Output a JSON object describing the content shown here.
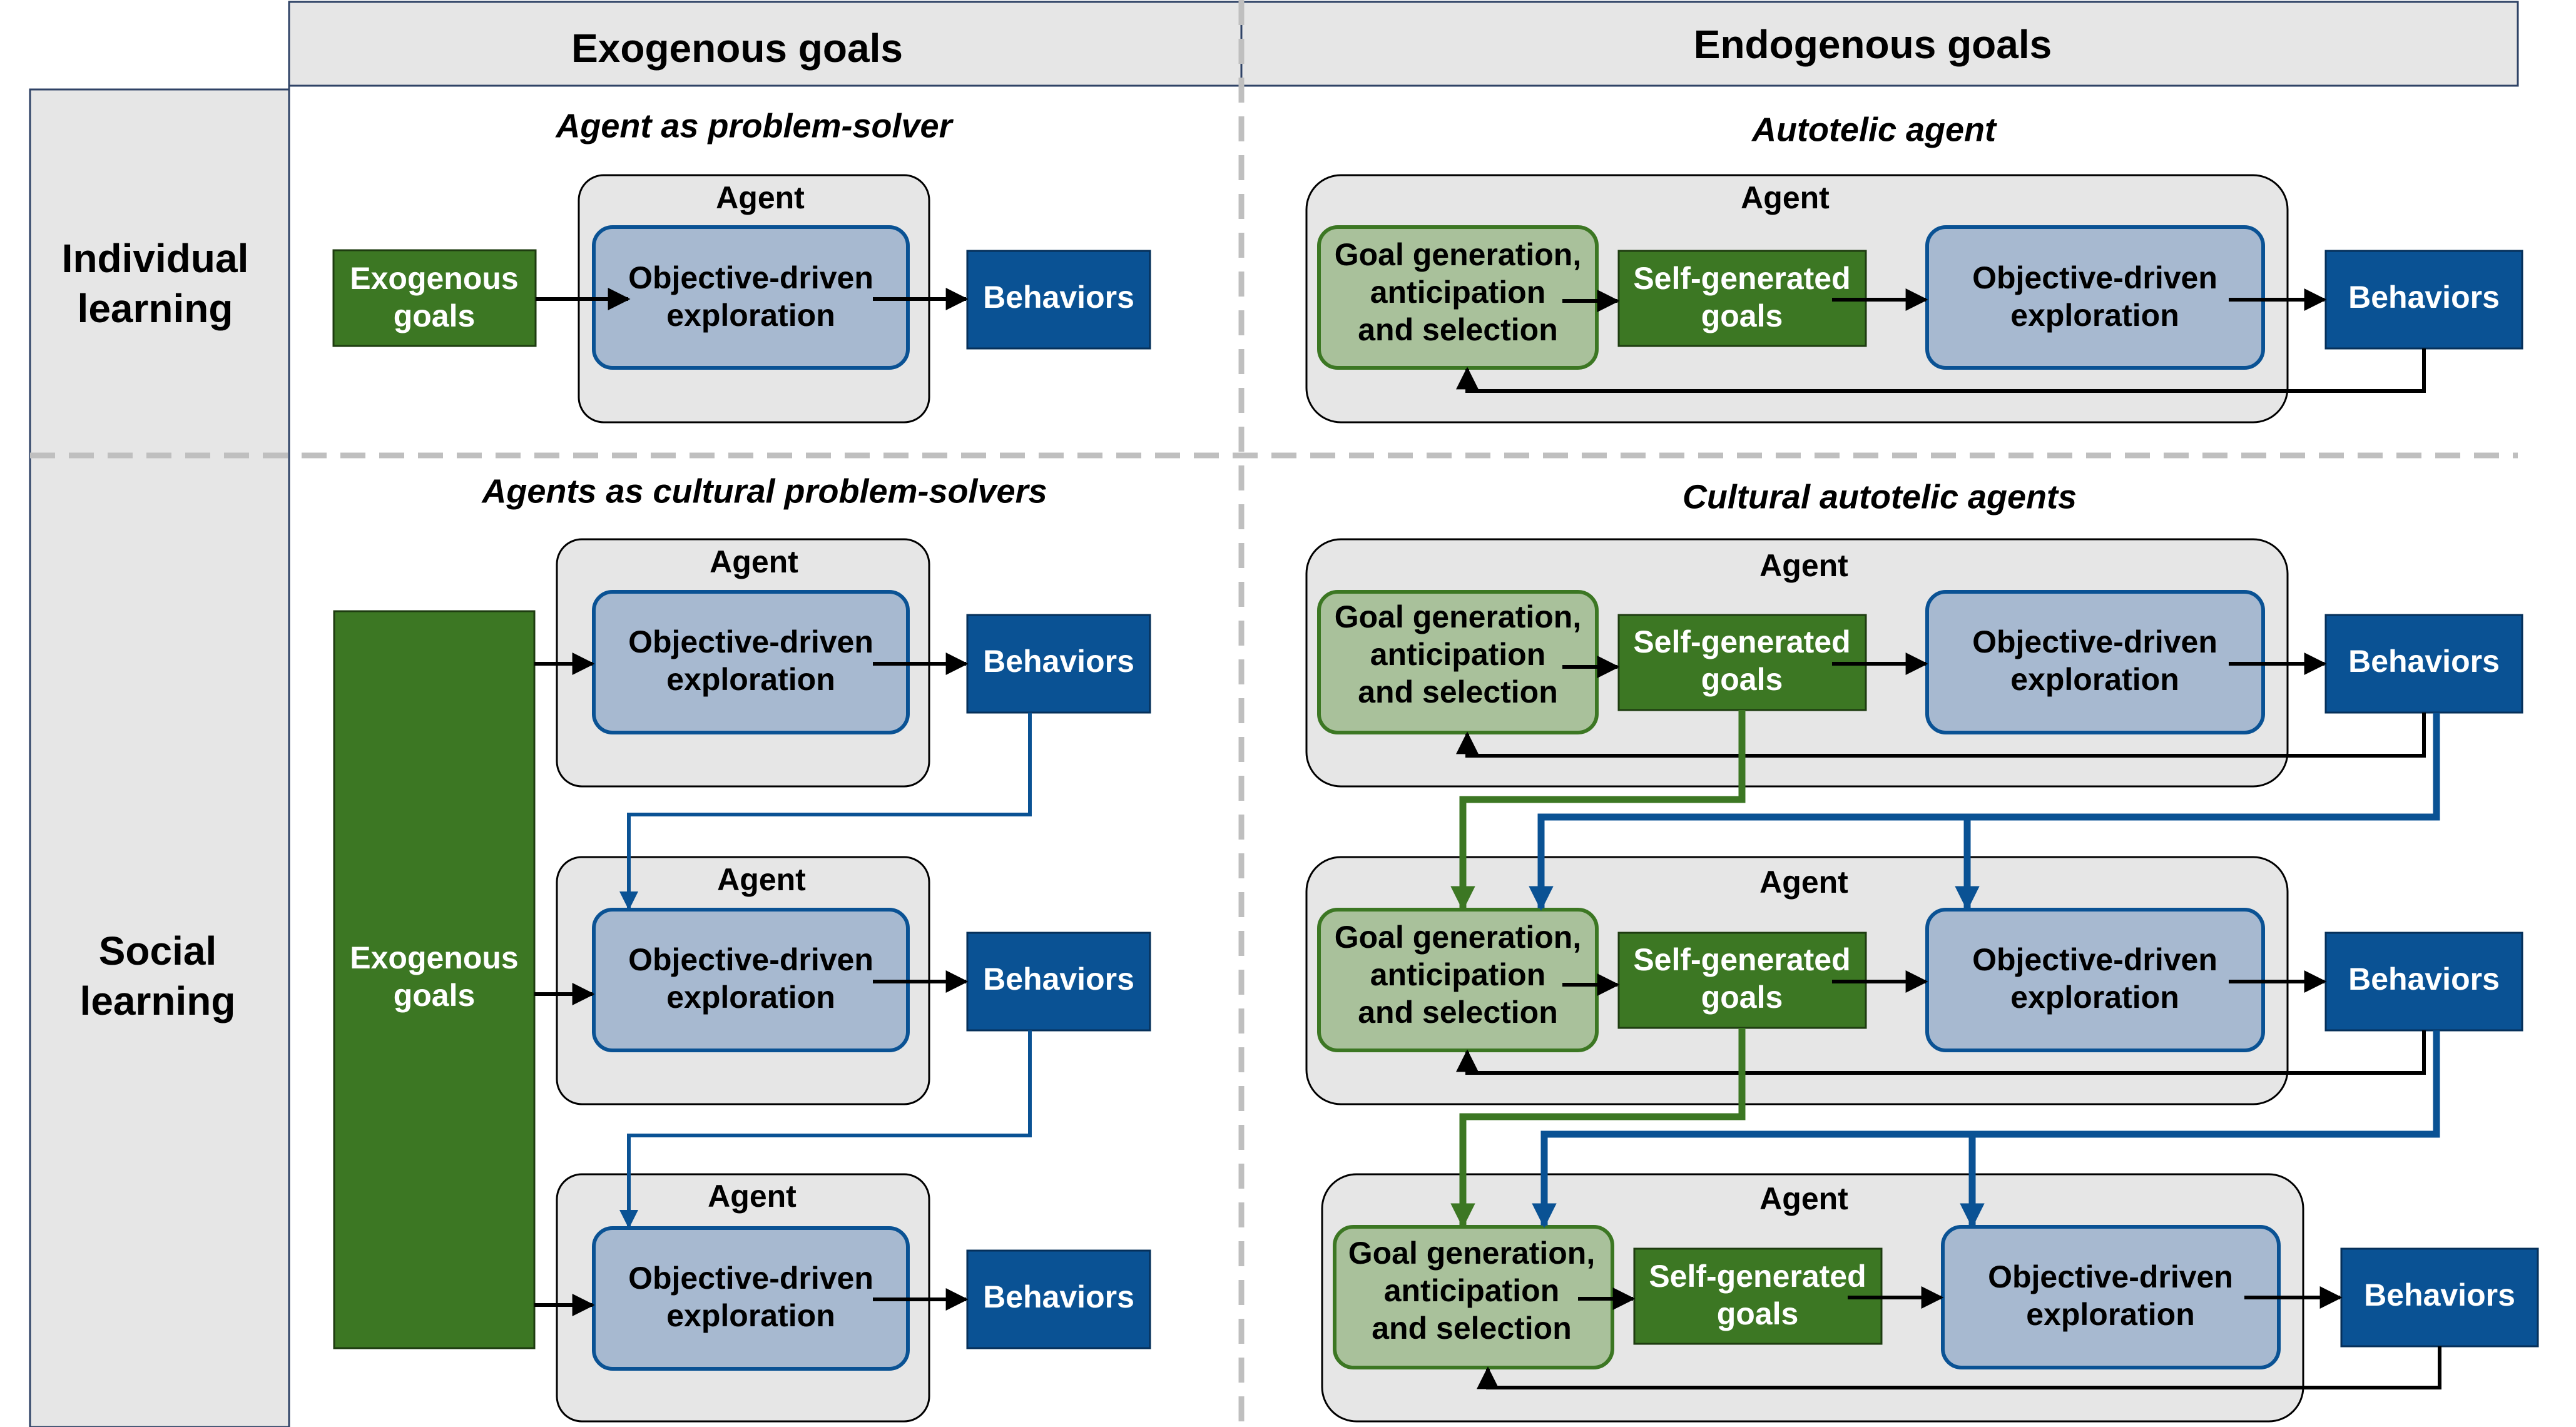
{
  "columns": {
    "exogenous": "Exogenous goals",
    "endogenous": "Endogenous goals"
  },
  "rows": {
    "individual": [
      "Individual",
      "learning"
    ],
    "social": [
      "Social",
      "learning"
    ]
  },
  "sections": {
    "problem_solver": "Agent as problem-solver",
    "autotelic": "Autotelic agent",
    "cultural_problem_solvers": "Agents as cultural problem-solvers",
    "cultural_autotelic": "Cultural autotelic agents"
  },
  "labels": {
    "agent": "Agent",
    "exogenous_goals": [
      "Exogenous",
      "goals"
    ],
    "objective_driven": [
      "Objective-driven",
      "exploration"
    ],
    "behaviors": "Behaviors",
    "goal_generation": [
      "Goal generation,",
      "anticipation",
      "and selection"
    ],
    "self_generated": [
      "Self-generated",
      "goals"
    ]
  },
  "colors": {
    "header_bg": "#e6e6e6",
    "header_border": "#2f4366",
    "agent_bg": "#e6e6e6",
    "objective_fill": "#a7b9d0",
    "objective_stroke": "#0a5294",
    "behaviors_fill": "#0a5294",
    "goal_fill": "#a9c19b",
    "goal_stroke": "#3c7723",
    "green_fill": "#3c7723",
    "social_blue_arrow": "#0a5294",
    "social_green_arrow": "#3c7723",
    "dash": "#bfbfbf"
  }
}
